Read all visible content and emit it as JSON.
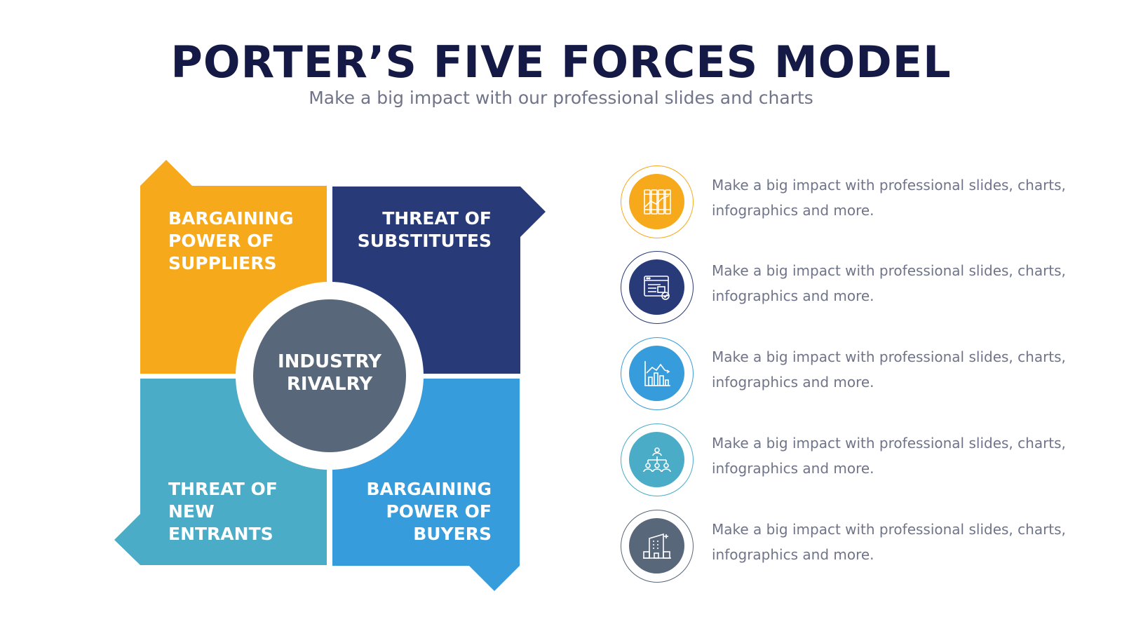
{
  "title": "PORTER’S FIVE FORCES MODEL",
  "subtitle": "Make a big impact with our professional slides and charts",
  "colors": {
    "orange": "#F5A91B",
    "navy": "#283B78",
    "blue": "#379CDB",
    "teal": "#4AACC6",
    "slate": "#586779"
  },
  "diagram": {
    "center": "INDUSTRY\nRIVALRY",
    "suppliers": "BARGAINING\nPOWER OF\nSUPPLIERS",
    "substitutes": "THREAT OF\nSUBSTITUTES",
    "entrants": "THREAT OF\nNEW\nENTRANTS",
    "buyers": "BARGAINING\nPOWER OF\nBUYERS"
  },
  "items": [
    {
      "icon": "books-chart-icon",
      "text": "Make a big impact with professional slides, charts, infographics and more."
    },
    {
      "icon": "browser-settings-icon",
      "text": "Make a big impact with professional slides, charts, infographics and more."
    },
    {
      "icon": "line-bar-chart-icon",
      "text": "Make a big impact with professional slides, charts, infographics and more."
    },
    {
      "icon": "org-chart-icon",
      "text": "Make a big impact with professional slides, charts, infographics and more."
    },
    {
      "icon": "building-icon",
      "text": "Make a big impact with professional slides, charts, infographics and more."
    }
  ]
}
